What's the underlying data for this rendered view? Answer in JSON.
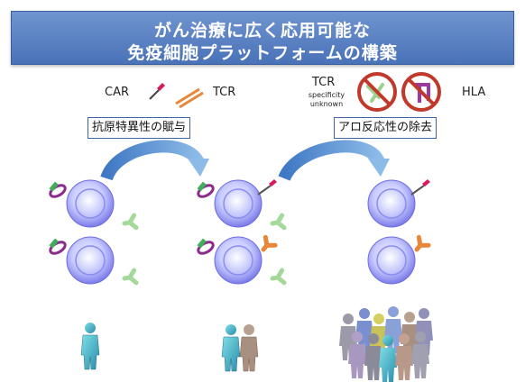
{
  "title": {
    "line1": "がん治療に広く応用可能な",
    "line2": "免疫細胞プラットフォームの構築"
  },
  "labels": {
    "car": "CAR",
    "tcr_left": "TCR",
    "tcr_right": "TCR",
    "specificity1": "specificity",
    "specificity2": "unknown",
    "hla": "HLA"
  },
  "steps": {
    "step1": "抗原特異性の賦与",
    "step2": "アロ反応性の除去"
  },
  "colors": {
    "banner": "#5580c3",
    "cell_outer": "#8f8ff0",
    "cell_inner": "#d8daff",
    "arrow": "#5b9bd5",
    "car_receptor": "#8a2b8a",
    "tcr_green": "#a8d8a0",
    "tcr_orange": "#e8883a",
    "prohibit": "#c0392b"
  }
}
